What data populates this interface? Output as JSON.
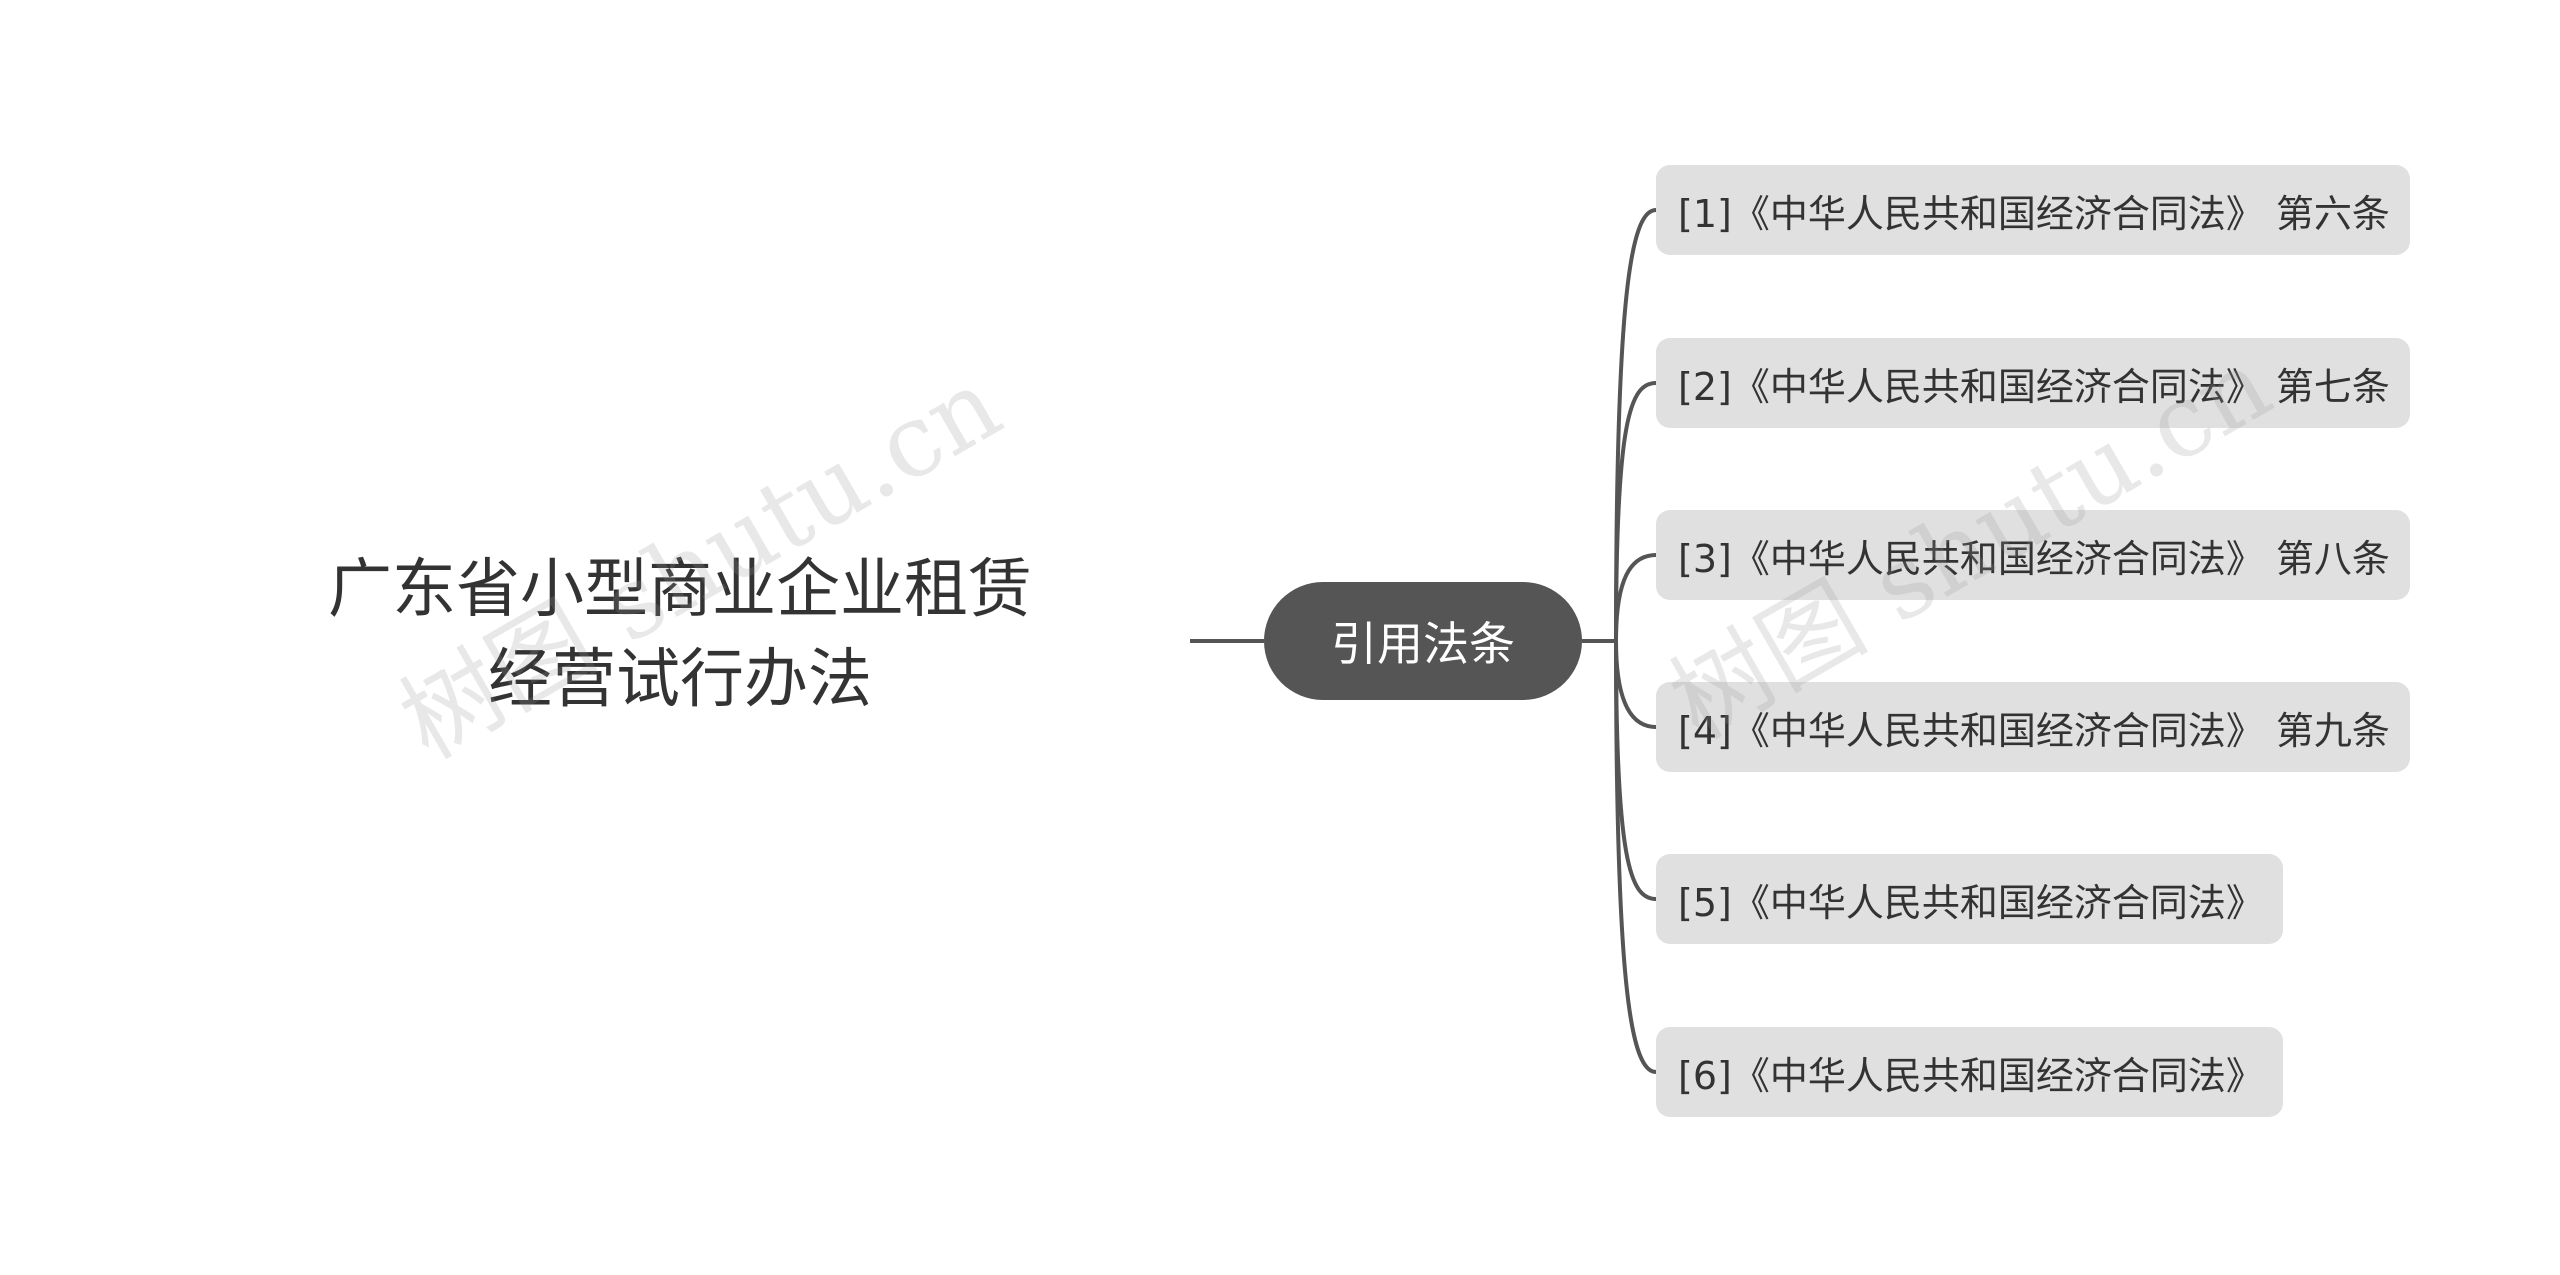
{
  "root": {
    "title_line1": "广东省小型商业企业租赁",
    "title_line2": "经营试行办法"
  },
  "center": {
    "label": "引用法条"
  },
  "leaves": [
    {
      "label": "[1]《中华人民共和国经济合同法》 第六条"
    },
    {
      "label": "[2]《中华人民共和国经济合同法》 第七条"
    },
    {
      "label": "[3]《中华人民共和国经济合同法》 第八条"
    },
    {
      "label": "[4]《中华人民共和国经济合同法》 第九条"
    },
    {
      "label": "[5]《中华人民共和国经济合同法》"
    },
    {
      "label": "[6]《中华人民共和国经济合同法》"
    }
  ],
  "watermark": {
    "text": "树图 shutu.cn"
  },
  "colors": {
    "connector": "#555555",
    "center_fill": "#555555",
    "leaf_fill": "#e0e0e0",
    "text": "#333333"
  }
}
